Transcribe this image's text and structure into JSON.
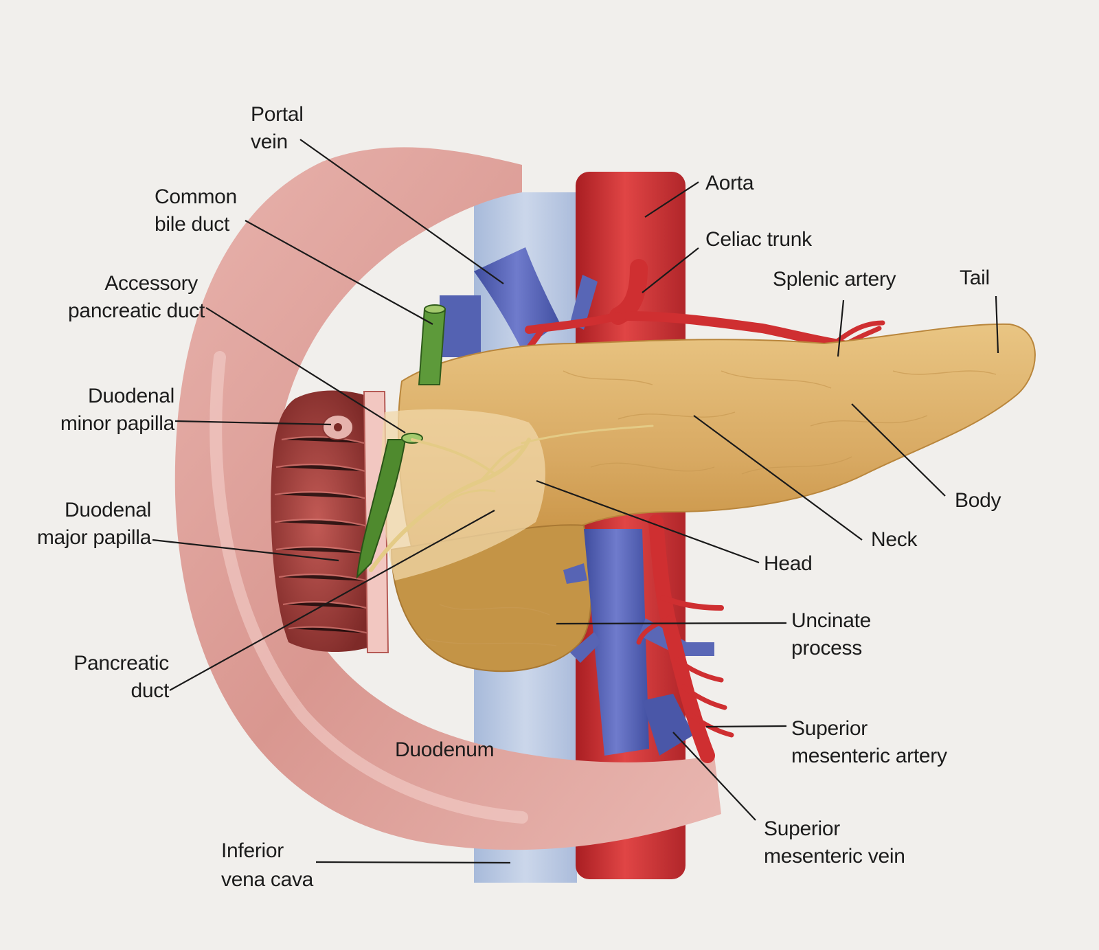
{
  "labels": {
    "portal_vein": [
      "Portal",
      "vein"
    ],
    "common_bile_duct": [
      "Common",
      "bile duct"
    ],
    "accessory_pancreatic_duct": [
      "Accessory",
      "pancreatic duct"
    ],
    "duodenal_minor_papilla": [
      "Duodenal",
      "minor papilla"
    ],
    "duodenal_major_papilla": [
      "Duodenal",
      "major papilla"
    ],
    "pancreatic_duct": [
      "Pancreatic",
      "duct"
    ],
    "aorta": [
      "Aorta"
    ],
    "celiac_trunk": [
      "Celiac trunk"
    ],
    "splenic_artery": [
      "Splenic artery"
    ],
    "tail": [
      "Tail"
    ],
    "body": [
      "Body"
    ],
    "neck": [
      "Neck"
    ],
    "head": [
      "Head"
    ],
    "uncinate_process": [
      "Uncinate",
      "process"
    ],
    "superior_mesenteric_artery": [
      "Superior",
      "mesenteric artery"
    ],
    "superior_mesenteric_vein": [
      "Superior",
      "mesenteric vein"
    ],
    "duodenum": [
      "Duodenum"
    ],
    "inferior_vena_cava": [
      "Inferior",
      "vena cava"
    ]
  },
  "colors": {
    "background": "#f1efec",
    "duodenum": "#dc9c98",
    "duodenum_inner": "#9b3c38",
    "pancreas": "#dbb06a",
    "pancreas_head_underside": "#b98a3c",
    "artery": "#cc2f2f",
    "vein": "#5a66b8",
    "bile_duct": "#4f8a2e",
    "pancreatic_duct": "#e2c985",
    "text": "#1c1c1c"
  }
}
